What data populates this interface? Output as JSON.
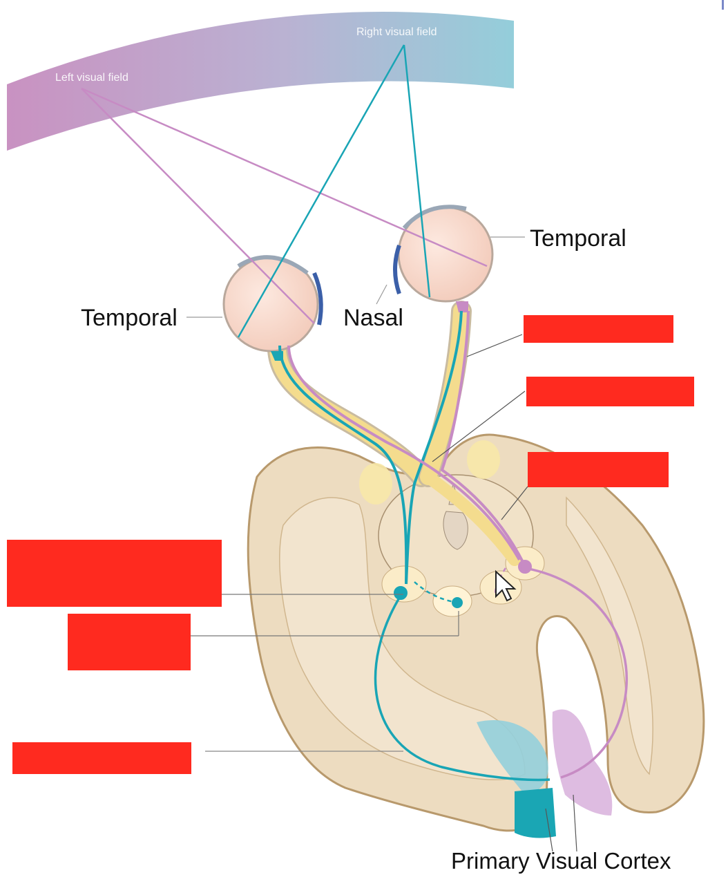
{
  "diagram": {
    "visual_field": {
      "left_label": "Left visual field",
      "right_label": "Right visual field"
    },
    "eyes": {
      "left_temporal_label": "Temporal",
      "nasal_label": "Nasal",
      "right_temporal_label": "Temporal"
    },
    "cortex_label": "Primary Visual Cortex",
    "hidden_label_boxes": 6,
    "colors": {
      "left_field_pathway": "#c78bc4",
      "right_field_pathway": "#19a5b5",
      "optic_nerve_fill": "#f4dc8e",
      "brain_tissue": "#eddcc0",
      "brain_outline": "#b8996c",
      "field_arc_left": "#c48bbd",
      "field_arc_right": "#8ecbd8",
      "eyeball": "#f6d7c9",
      "label_cover": "#ff2a1f"
    }
  }
}
